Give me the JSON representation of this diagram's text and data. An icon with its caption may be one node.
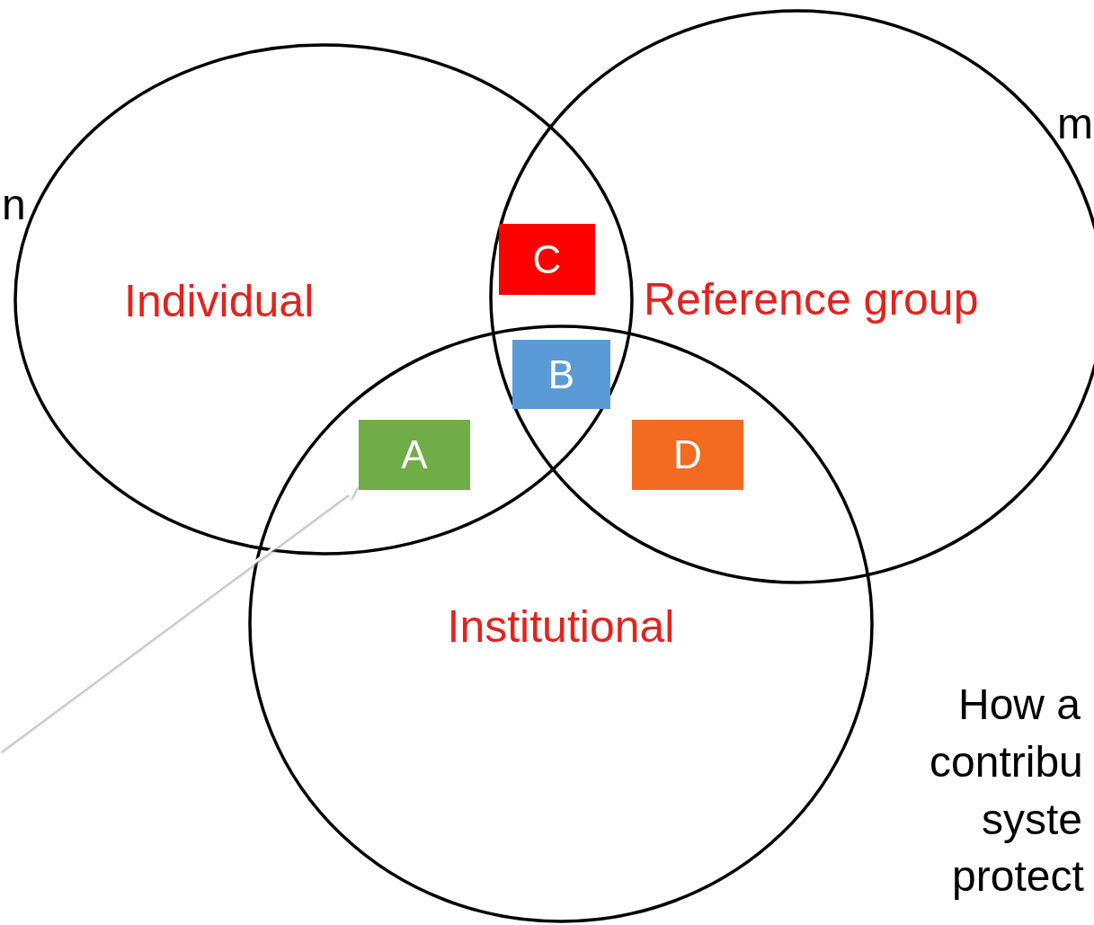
{
  "diagram": {
    "nodes": [
      {
        "text": [
          "Individual"
        ]
      },
      {
        "text": [
          "Reference group"
        ]
      },
      {
        "text": [
          "Institutional"
        ]
      },
      {
        "text": [
          "C"
        ]
      },
      {
        "text": [
          "B"
        ]
      },
      {
        "text": [
          "A"
        ]
      },
      {
        "text": [
          "D"
        ]
      }
    ],
    "edges": [
      {
        "from": null,
        "to": 5,
        "arrow": "to",
        "color": "#ffffff"
      }
    ],
    "labels": [
      "n",
      "m",
      "How a",
      "contribu",
      "syste",
      "protect"
    ]
  }
}
